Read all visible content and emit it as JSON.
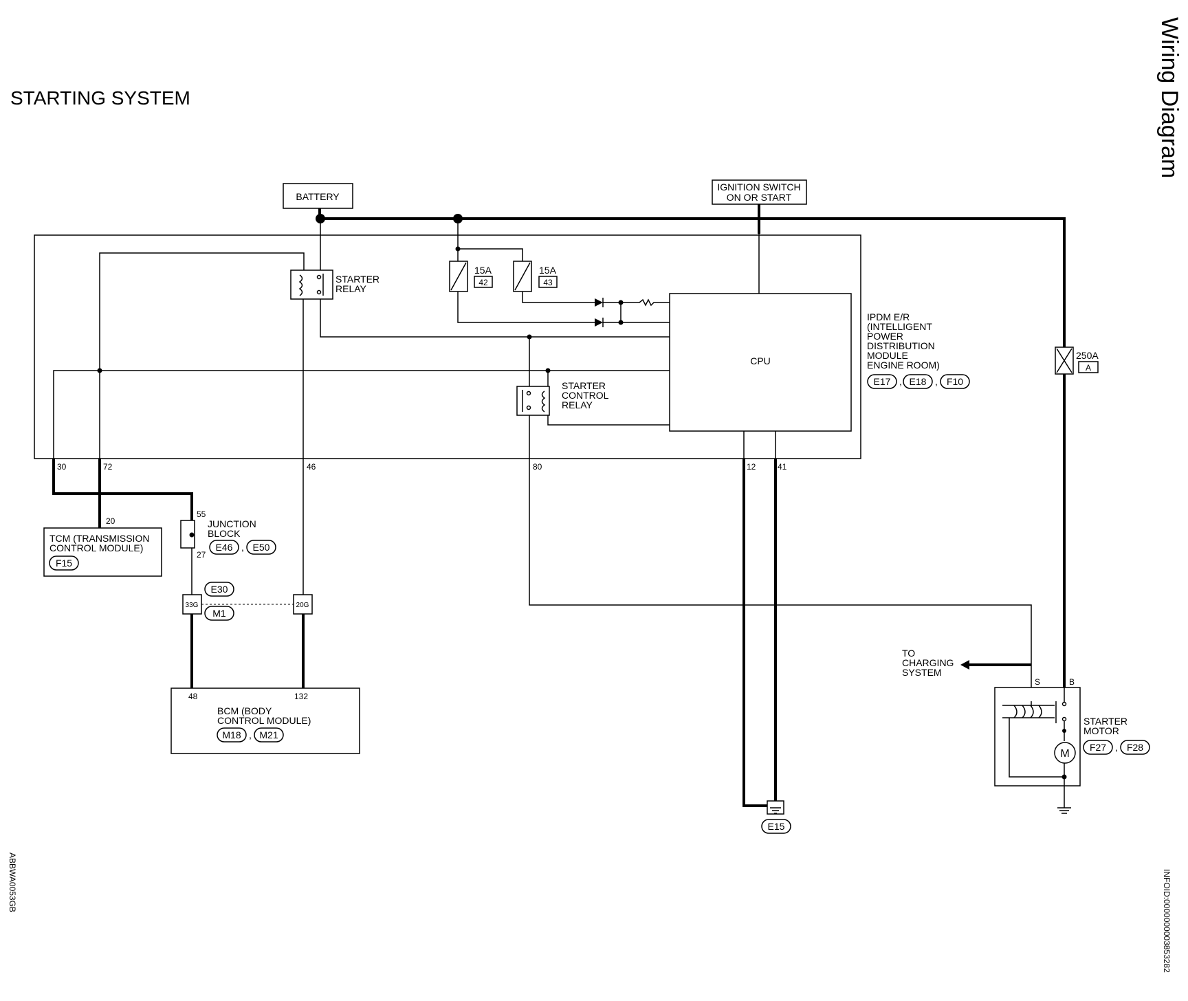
{
  "title": "STARTING SYSTEM",
  "section_tab": "Wiring Diagram",
  "figure_code": "ABBWA0053GB",
  "info_id": "INFOID:0000000003853282",
  "battery": "BATTERY",
  "ignition": [
    "IGNITION SWITCH",
    "ON OR START"
  ],
  "starter_relay": [
    "STARTER",
    "RELAY"
  ],
  "starter_control_relay": [
    "STARTER",
    "CONTROL",
    "RELAY"
  ],
  "fuses": [
    {
      "rating": "15A",
      "number": "42"
    },
    {
      "rating": "15A",
      "number": "43"
    }
  ],
  "fusible_link": {
    "rating": "250A",
    "id": "A"
  },
  "cpu": "CPU",
  "ipdm": {
    "lines": [
      "IPDM E/R",
      "(INTELLIGENT",
      "POWER",
      "DISTRIBUTION",
      "MODULE",
      "ENGINE ROOM)"
    ],
    "connectors": [
      "E17",
      "E18",
      "F10"
    ]
  },
  "ipdm_terminals": [
    "30",
    "72",
    "46",
    "80",
    "12",
    "41"
  ],
  "tcm": {
    "lines": [
      "TCM (TRANSMISSION",
      "CONTROL MODULE)"
    ],
    "connector": "F15",
    "terminal": "20"
  },
  "junction_block": {
    "lines": [
      "JUNCTION",
      "BLOCK"
    ],
    "connectors": [
      "E46",
      "E50"
    ],
    "terminals": [
      "55",
      "27"
    ]
  },
  "harness": {
    "connectors": [
      "E30",
      "M1"
    ],
    "pins": [
      "33G",
      "20G"
    ]
  },
  "bcm": {
    "lines": [
      "BCM (BODY",
      "CONTROL MODULE)"
    ],
    "connectors": [
      "M18",
      "M21"
    ],
    "terminals": [
      "48",
      "132"
    ]
  },
  "ground": "E15",
  "charging": [
    "TO",
    "CHARGING",
    "SYSTEM"
  ],
  "starter_motor": {
    "lines": [
      "STARTER",
      "MOTOR"
    ],
    "connectors": [
      "F27",
      "F28"
    ],
    "terminals": [
      "S",
      "B"
    ],
    "symbol": "M"
  }
}
